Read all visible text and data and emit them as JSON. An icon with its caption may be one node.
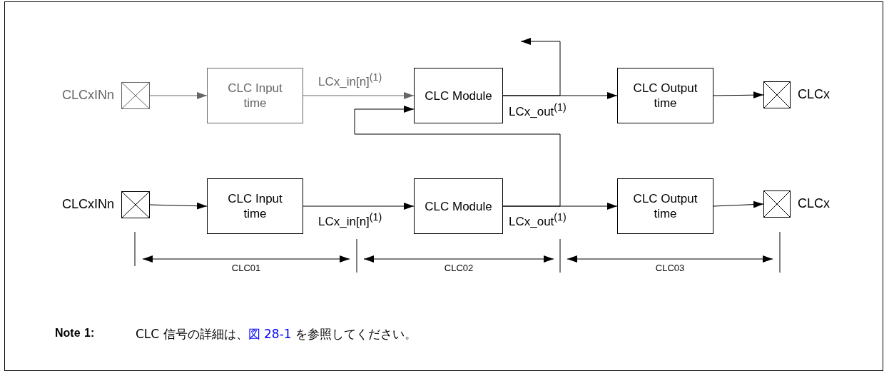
{
  "diagram": {
    "nodes": [
      {
        "text": [],
        "shape": "box",
        "beside": [
          "CLCxINn"
        ]
      },
      {
        "text": [
          "CLC Input time"
        ]
      },
      {
        "text": [
          "CLC Module"
        ]
      },
      {
        "text": [
          "CLC Output time"
        ]
      },
      {
        "text": [],
        "shape": "box",
        "beside": [
          "CLCx"
        ]
      },
      {
        "text": [],
        "shape": "box",
        "beside": [
          "CLCxINn"
        ]
      },
      {
        "text": [
          "CLC Input time"
        ]
      },
      {
        "text": [
          "CLC Module"
        ]
      },
      {
        "text": [
          "CLC Output time"
        ]
      },
      {
        "text": [],
        "shape": "box",
        "beside": [
          "CLCx"
        ]
      }
    ],
    "edges": [
      {
        "from": 0,
        "to": 1,
        "arrow": "to",
        "color": "#666666"
      },
      {
        "from": 1,
        "to": 2,
        "arrow": "to",
        "label": "LCx_in[n]$^{(1)}$",
        "color": "#666666"
      },
      {
        "from": 2,
        "to": 3,
        "arrow": "to",
        "label": "LCx_out$^{(1)}$"
      },
      {
        "from": 3,
        "to": 4,
        "arrow": "to"
      },
      {
        "from": 2,
        "to": null,
        "arrow": "to"
      },
      {
        "from": 5,
        "to": 6,
        "arrow": "to"
      },
      {
        "from": 6,
        "to": 7,
        "arrow": "to",
        "label": "LCx_in[n]$^{(1)}$"
      },
      {
        "from": 7,
        "to": 8,
        "arrow": "to",
        "label": "LCx_out$^{(1)}$"
      },
      {
        "from": 8,
        "to": 9,
        "arrow": "to"
      },
      {
        "from": 7,
        "to": 2,
        "arrow": "to"
      }
    ],
    "labels": [
      "CLC01",
      "CLC02",
      "CLC03",
      "Note",
      "1:",
      "CLC 信号の詳細は、",
      "図 28-1",
      "を参照してください。"
    ]
  }
}
